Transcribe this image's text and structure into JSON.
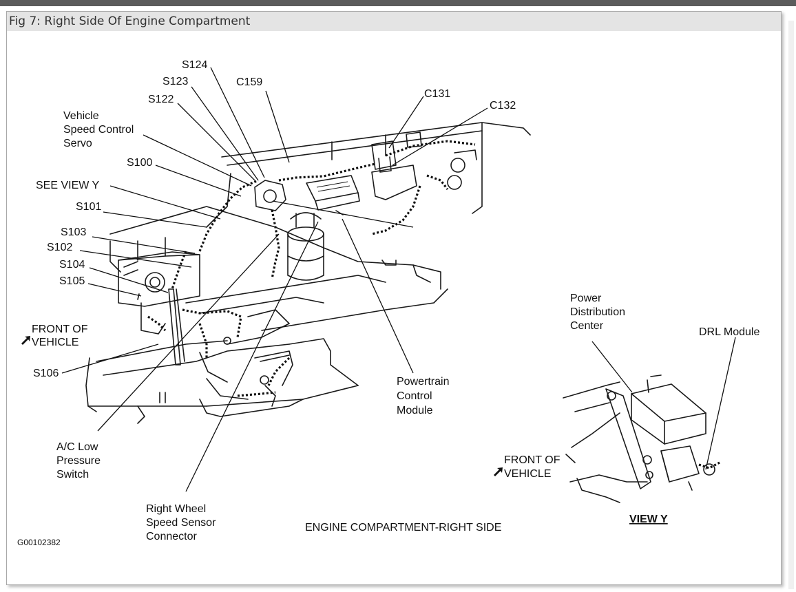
{
  "figure": {
    "caption": "Fig 7: Right Side Of Engine Compartment",
    "main_title": "ENGINE COMPARTMENT-RIGHT SIDE",
    "image_code": "G00102382",
    "view_y_title": "VIEW Y"
  },
  "labels": {
    "s124": "S124",
    "s123": "S123",
    "c159": "C159",
    "s122": "S122",
    "c131": "C131",
    "c132": "C132",
    "vscs_1": "Vehicle",
    "vscs_2": "Speed Control",
    "vscs_3": "Servo",
    "s100": "S100",
    "see_view_y": "SEE VIEW Y",
    "s101": "S101",
    "s103": "S103",
    "s102": "S102",
    "s104": "S104",
    "s105": "S105",
    "front_1": "FRONT OF",
    "front_2": "VEHICLE",
    "s106": "S106",
    "ac_1": "A/C Low",
    "ac_2": "Pressure",
    "ac_3": "Switch",
    "rw_1": "Right Wheel",
    "rw_2": "Speed Sensor",
    "rw_3": "Connector",
    "pcm_1": "Powertrain",
    "pcm_2": "Control",
    "pcm_3": "Module",
    "pdc_1": "Power",
    "pdc_2": "Distribution",
    "pdc_3": "Center",
    "drl": "DRL Module",
    "vy_front_1": "FRONT OF",
    "vy_front_2": "VEHICLE"
  },
  "colors": {
    "header_bar": "#5b5b5b",
    "caption_bg": "#e4e4e4",
    "frame_border": "#a9a9a9",
    "line": "#1a1a1a"
  }
}
